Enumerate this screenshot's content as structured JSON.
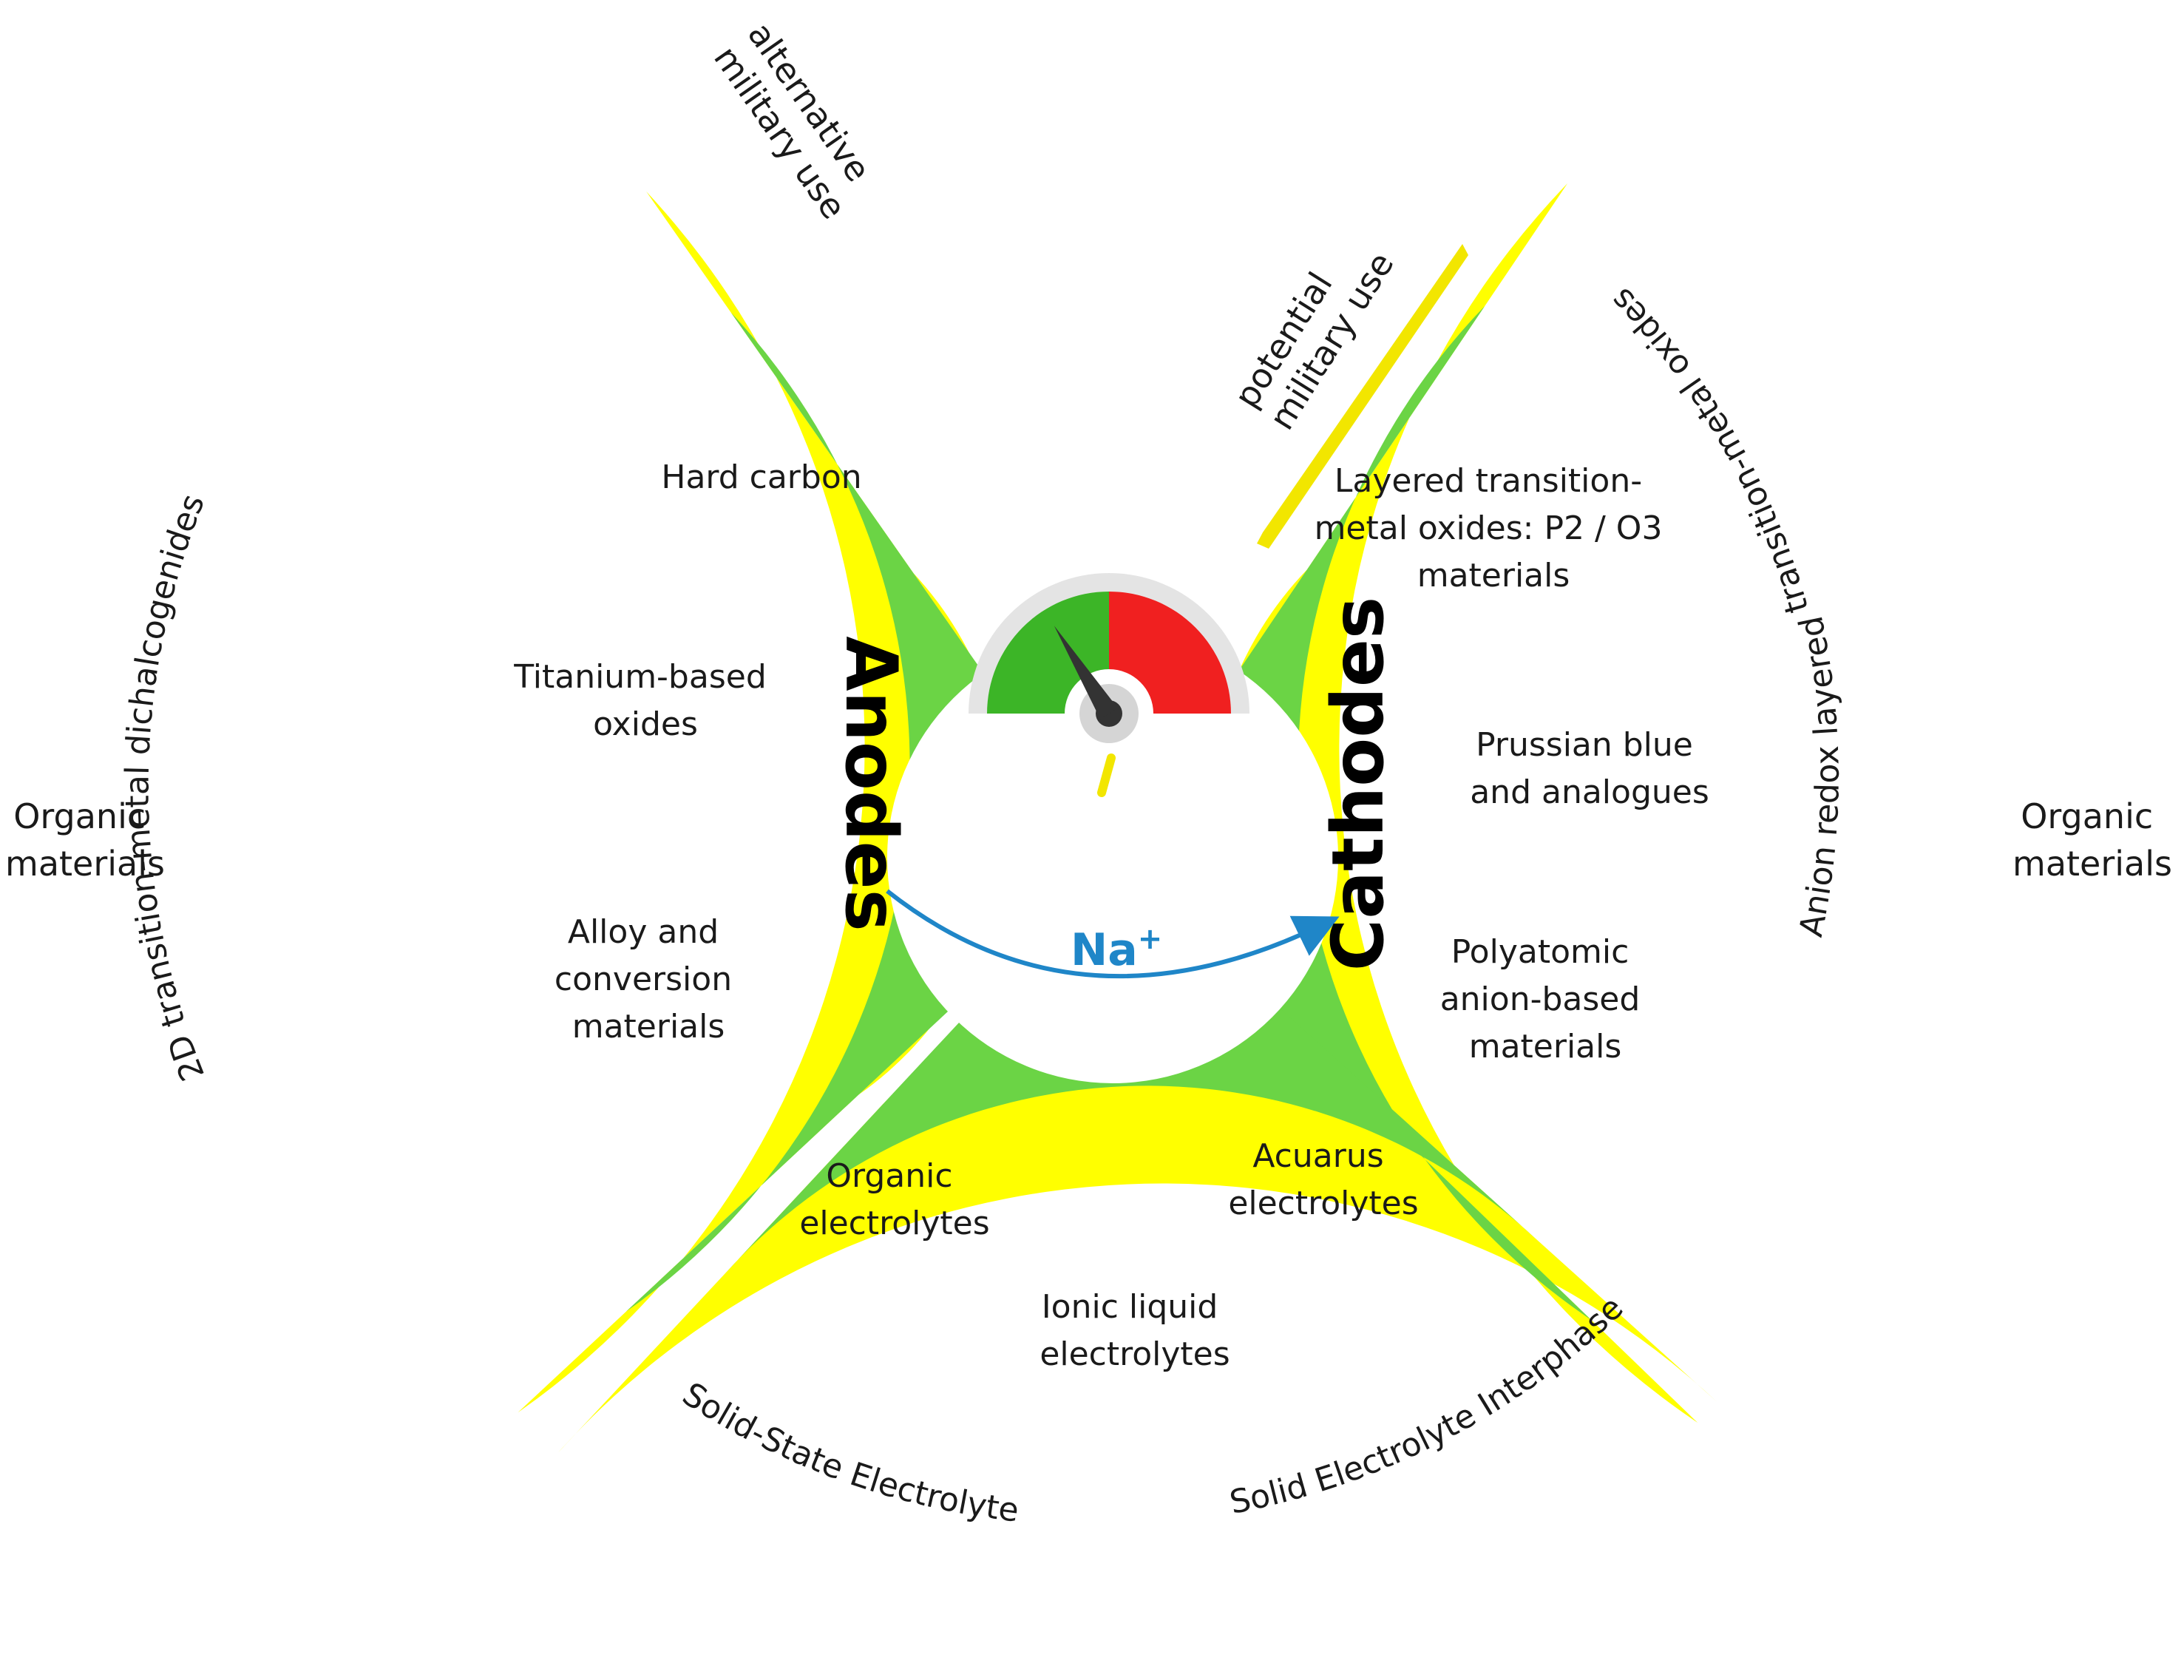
{
  "colors": {
    "outer_ring": "#FFFF00",
    "inner_ring": "#6BD445",
    "center": "#FFFFFF",
    "gauge_green": "#3CB527",
    "gauge_red": "#F02020",
    "gauge_track": "#E4E4E4",
    "needle": "#333333",
    "arrow": "#1F86C8",
    "na_text": "#1F86C8",
    "marker": "#F2E600"
  },
  "center": {
    "anodes_title": "Anodes",
    "cathodes_title": "Cathodes",
    "electrolytes_title": "Electrolytes",
    "ion_label": "Na",
    "ion_charge": "+"
  },
  "anodes": {
    "items": [
      {
        "lines": [
          "Hard carbon"
        ]
      },
      {
        "lines": [
          "Titanium-based",
          "oxides"
        ]
      },
      {
        "lines": [
          "Alloy and",
          "conversion",
          "materials"
        ]
      }
    ],
    "outer_label": "2D transition-metal dichalcogenides"
  },
  "cathodes": {
    "items": [
      {
        "lines": [
          "Layered transition-",
          "metal oxides: P2 / O3",
          "materials"
        ]
      },
      {
        "lines": [
          "Prussian blue",
          "and analogues"
        ]
      },
      {
        "lines": [
          "Polyatomic",
          "anion-based",
          "materials"
        ]
      }
    ],
    "outer_label_a": "Anion redox  layered",
    "outer_label_b": "transition-metal oxides"
  },
  "electrolytes": {
    "items": [
      {
        "lines": [
          "Organic",
          "electrolytes"
        ]
      },
      {
        "lines": [
          "Acuarus",
          "electrolytes"
        ]
      },
      {
        "lines": [
          "Ionic liquid",
          "electrolytes"
        ]
      }
    ],
    "outer_label_left": "Solid-State Electrolyte",
    "outer_label_right": "Solid Electrolyte Interphase"
  },
  "annotations": {
    "alternative": [
      "alternative",
      "military use"
    ],
    "potential": [
      "potential",
      "military use"
    ]
  },
  "side_labels": {
    "left": [
      "Organic",
      "materials"
    ],
    "right": [
      "Organic",
      "materials"
    ]
  }
}
